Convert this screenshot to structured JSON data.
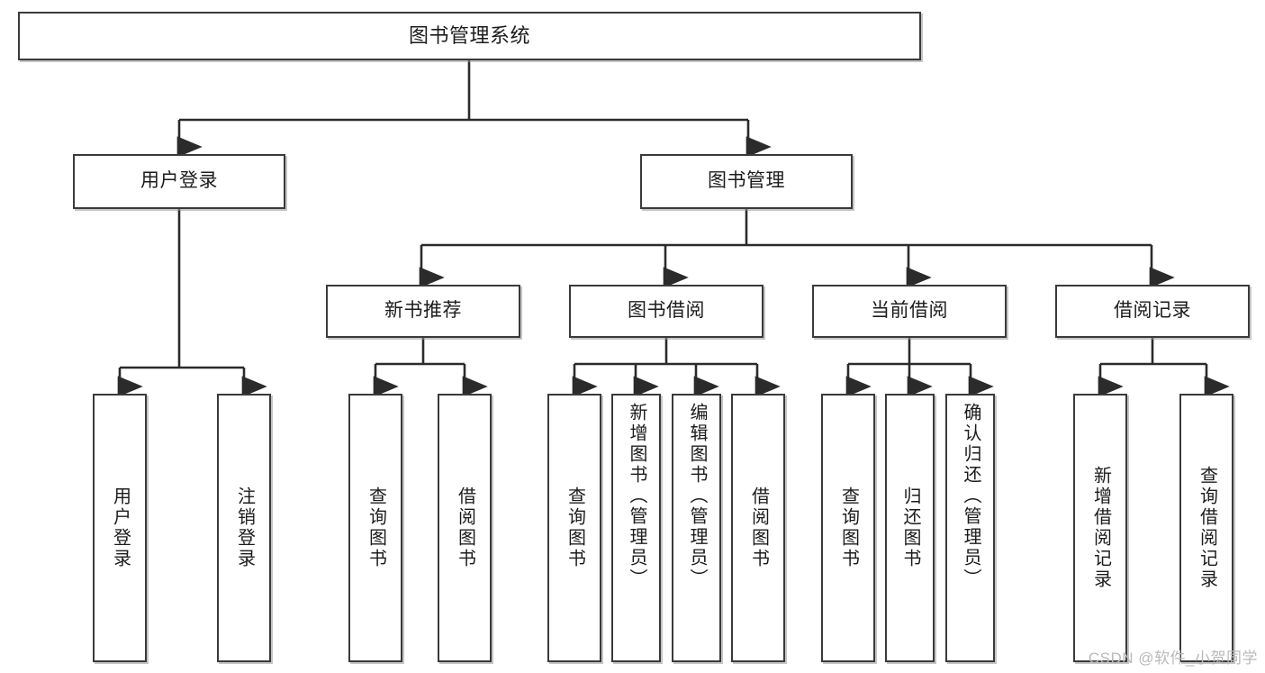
{
  "diagram": {
    "title": "图书管理系统",
    "type": "functional-structure-tree",
    "watermark": "CSDN @软件_小贺同学",
    "colors": {
      "box_border": "#3a3a3a",
      "box_fill": "#ffffff",
      "connector": "#2b2b2b",
      "text": "#1c1c1c",
      "watermark": "#b9b9b9",
      "background": "#ffffff"
    }
  },
  "nodes": {
    "root": {
      "label": "图书管理系统"
    },
    "level2": [
      {
        "id": "user-login",
        "label": "用户登录"
      },
      {
        "id": "book-management",
        "label": "图书管理"
      }
    ],
    "level3": [
      {
        "id": "new-book-recommend",
        "label": "新书推荐"
      },
      {
        "id": "book-borrow",
        "label": "图书借阅"
      },
      {
        "id": "current-borrow",
        "label": "当前借阅"
      },
      {
        "id": "borrow-record",
        "label": "借阅记录"
      }
    ],
    "leaves": {
      "user-login": [
        {
          "id": "leaf-user-login",
          "label": "用户登录"
        },
        {
          "id": "leaf-logout",
          "label": "注销登录"
        }
      ],
      "new-book-recommend": [
        {
          "id": "leaf-query-book-1",
          "label": "查询图书"
        },
        {
          "id": "leaf-borrow-book-1",
          "label": "借阅图书"
        }
      ],
      "book-borrow": [
        {
          "id": "leaf-query-book-2",
          "label": "查询图书"
        },
        {
          "id": "leaf-add-book",
          "label": "新增图书（管理员）"
        },
        {
          "id": "leaf-edit-book",
          "label": "编辑图书（管理员）"
        },
        {
          "id": "leaf-borrow-book-2",
          "label": "借阅图书"
        }
      ],
      "current-borrow": [
        {
          "id": "leaf-query-book-3",
          "label": "查询图书"
        },
        {
          "id": "leaf-return-book",
          "label": "归还图书"
        },
        {
          "id": "leaf-confirm-return",
          "label": "确认归还（管理员）"
        }
      ],
      "borrow-record": [
        {
          "id": "leaf-add-record",
          "label": "新增借阅记录"
        },
        {
          "id": "leaf-query-record",
          "label": "查询借阅记录"
        }
      ]
    }
  }
}
